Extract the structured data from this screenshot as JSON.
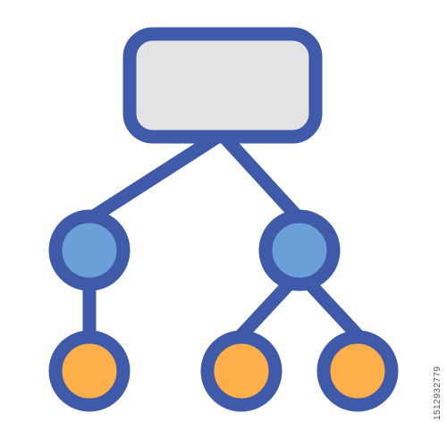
{
  "colors": {
    "stroke": "#3e5aa8",
    "root_fill": "#e3e3e5",
    "mid_fill": "#6a9fd8",
    "leaf_fill": "#ffaf4a",
    "background": "#ffffff"
  },
  "nodes": [
    {
      "id": "root",
      "shape": "rounded-rectangle",
      "level": 0,
      "parent": null
    },
    {
      "id": "child-left",
      "shape": "circle",
      "level": 1,
      "parent": "root"
    },
    {
      "id": "child-right",
      "shape": "circle",
      "level": 1,
      "parent": "root"
    },
    {
      "id": "leaf-1",
      "shape": "circle",
      "level": 2,
      "parent": "child-left"
    },
    {
      "id": "leaf-2",
      "shape": "circle",
      "level": 2,
      "parent": "child-right"
    },
    {
      "id": "leaf-3",
      "shape": "circle",
      "level": 2,
      "parent": "child-right"
    }
  ],
  "watermark": {
    "id_text": "1512932779",
    "brand": "stock-logo-watermark"
  }
}
